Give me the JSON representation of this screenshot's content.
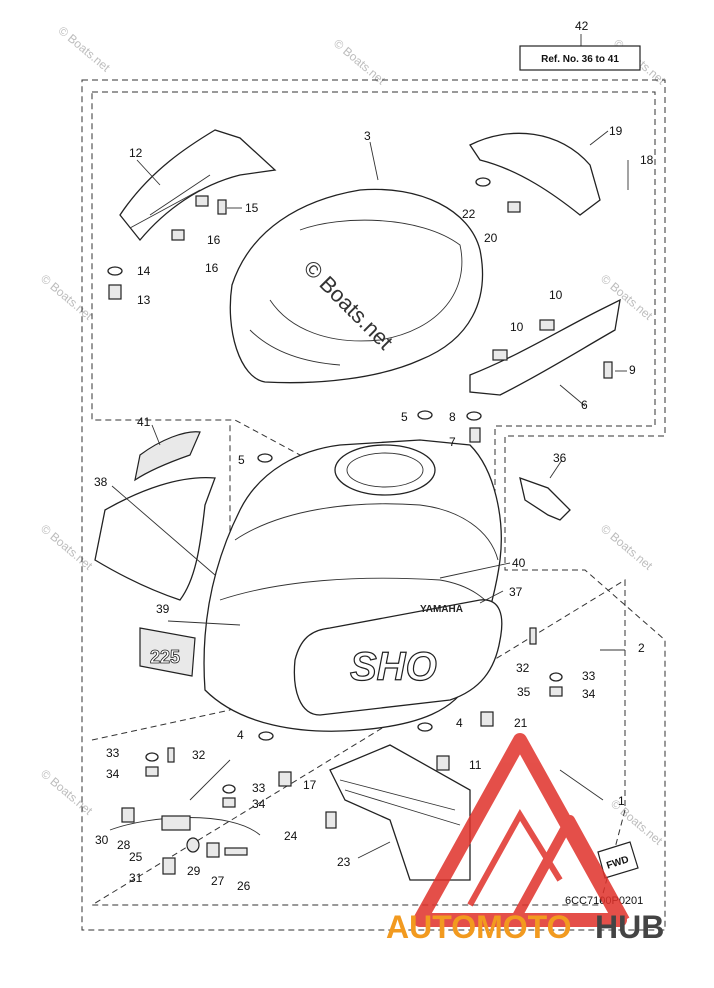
{
  "diagram": {
    "ref_box": "Ref. No. 36 to 41",
    "drawing_code": "6CC7100P0201",
    "fwd_label": "FWD",
    "watermark_small": "© Boats.net",
    "watermark_center": "© Boats.net",
    "brand": {
      "part1": "AUTOMOTO",
      "part2": "HUB"
    },
    "emblem": {
      "yamaha": "YAMAHA",
      "model": "225",
      "sho": "SHO"
    },
    "callouts": [
      "42",
      "3",
      "12",
      "19",
      "18",
      "15",
      "16",
      "16",
      "14",
      "13",
      "22",
      "20",
      "10",
      "10",
      "9",
      "6",
      "5",
      "8",
      "7",
      "41",
      "5",
      "38",
      "36",
      "40",
      "37",
      "39",
      "2",
      "32",
      "33",
      "34",
      "35",
      "4",
      "21",
      "33",
      "32",
      "34",
      "4",
      "11",
      "17",
      "33",
      "34",
      "24",
      "1",
      "30",
      "28",
      "25",
      "29",
      "27",
      "26",
      "31",
      "23"
    ]
  }
}
